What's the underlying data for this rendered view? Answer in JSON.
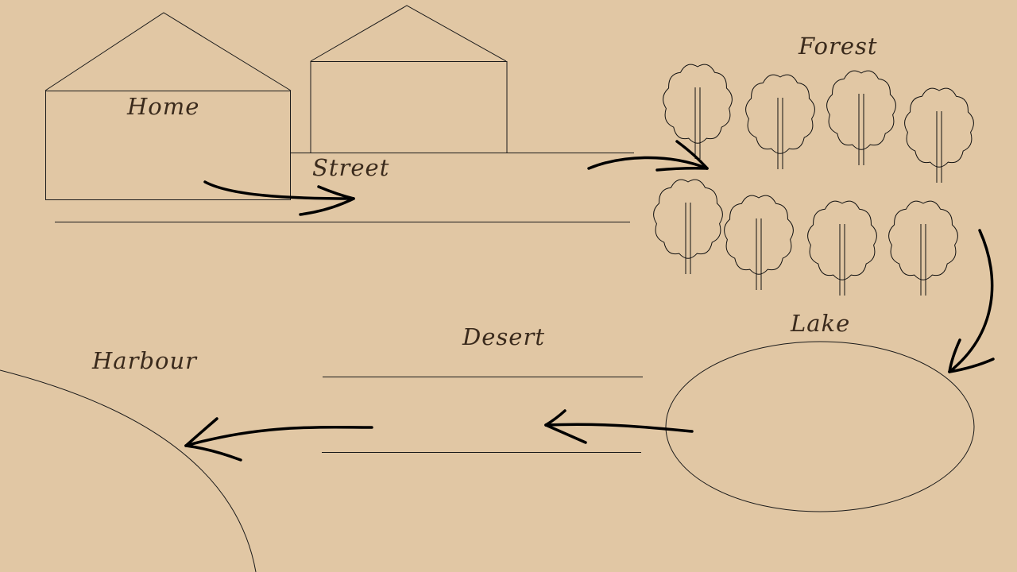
{
  "colors": {
    "background": "#e1c7a4",
    "ink": "#1a1a1a",
    "label": "#3a2a1c"
  },
  "labels": {
    "home": "Home",
    "street": "Street",
    "forest": "Forest",
    "lake": "Lake",
    "desert": "Desert",
    "harbour": "Harbour"
  }
}
